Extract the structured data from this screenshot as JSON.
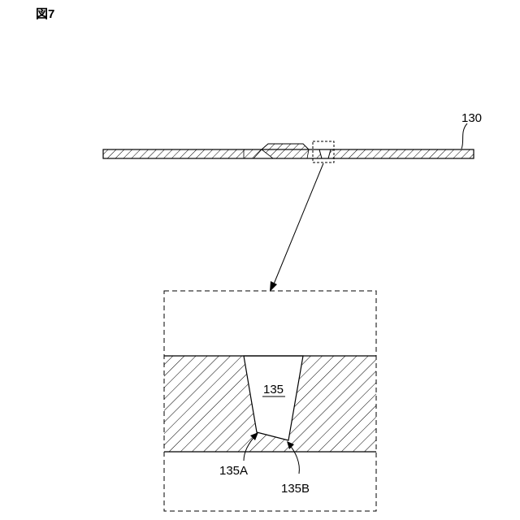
{
  "figure": {
    "title": "図7",
    "labels": {
      "plate": "130",
      "groove": "135",
      "edge_a": "135A",
      "edge_b": "135B"
    }
  }
}
